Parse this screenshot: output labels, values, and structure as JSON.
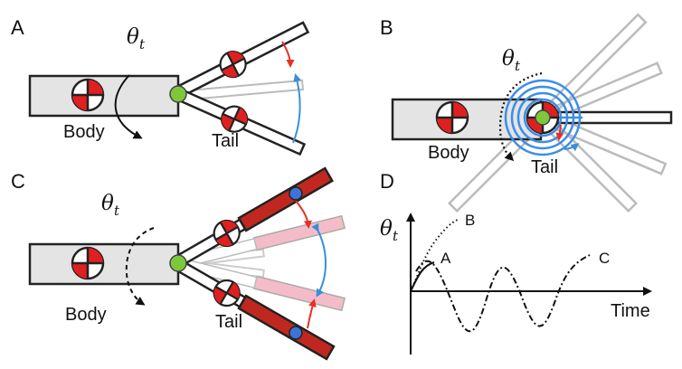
{
  "panels": {
    "a": {
      "letter": "A",
      "theta": "θ",
      "theta_sub": "t",
      "body_label": "Body",
      "tail_label": "Tail"
    },
    "b": {
      "letter": "B",
      "theta": "θ",
      "theta_sub": "t",
      "body_label": "Body",
      "tail_label": "Tail"
    },
    "c": {
      "letter": "C",
      "theta": "θ",
      "theta_sub": "t",
      "body_label": "Body",
      "tail_label": "Tail"
    },
    "d": {
      "letter": "D",
      "y_label": "θ",
      "y_label_sub": "t",
      "x_label": "Time",
      "curve_labels": {
        "a": "A",
        "b": "B",
        "c": "C"
      }
    }
  },
  "colors": {
    "body_fill": "#e4e4e4",
    "outline": "#222222",
    "ghost": "#bbbbbb",
    "com_red": "#e02020",
    "joint_green": "#7cc83a",
    "arrow_red": "#e63022",
    "arrow_blue": "#3a8fd8",
    "spring_blue": "#3b8ee8",
    "tail_dark_red": "#c0281f",
    "tail_pink": "#f4bcc8",
    "mass_blue": "#3b74d8"
  },
  "icons": [
    "center-of-mass-icon",
    "pivot-joint-icon",
    "torsion-spring-icon",
    "point-mass-icon"
  ]
}
